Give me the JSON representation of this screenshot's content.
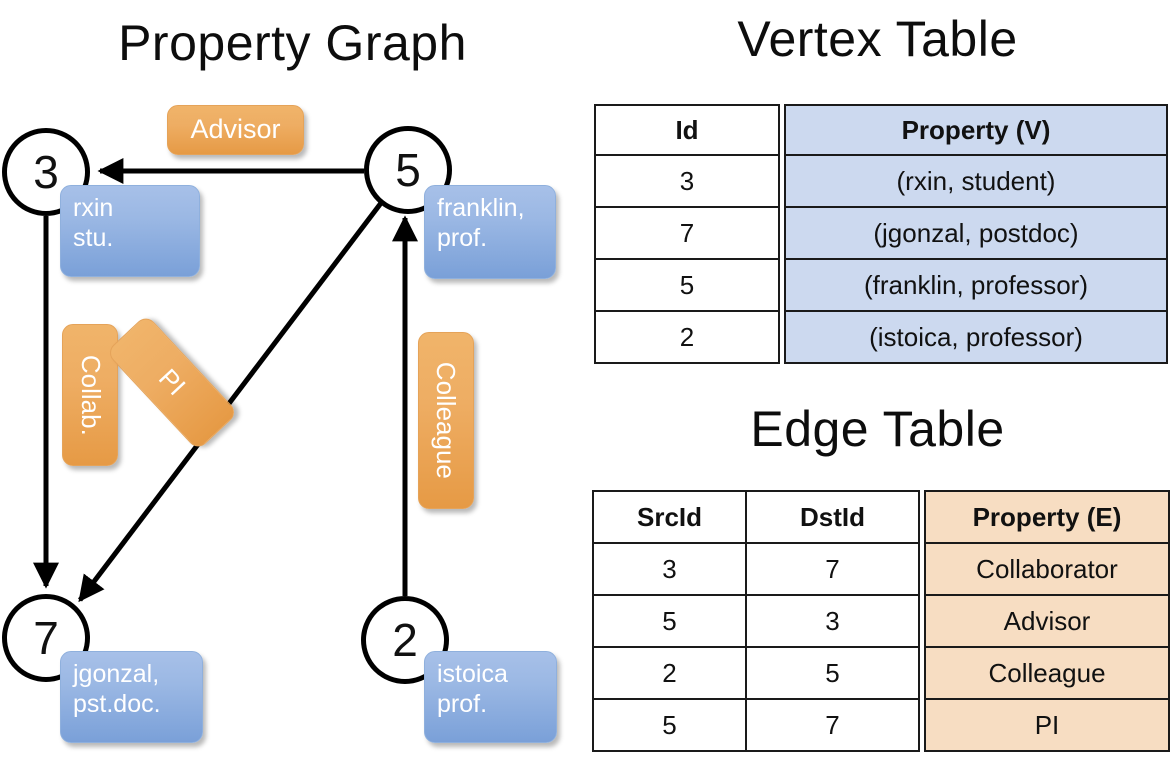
{
  "titles": {
    "graph": "Property Graph",
    "vertex_table": "Vertex Table",
    "edge_table": "Edge Table"
  },
  "graph": {
    "nodes": [
      {
        "id": "3",
        "property": "rxin\nstu."
      },
      {
        "id": "5",
        "property": "franklin,\nprof."
      },
      {
        "id": "7",
        "property": "jgonzal,\npst.doc."
      },
      {
        "id": "2",
        "property": "istoica\nprof."
      }
    ],
    "node_labels": {
      "n3": "3",
      "n5": "5",
      "n7": "7",
      "n2": "2"
    },
    "vertex_chips": {
      "rxin_line1": "rxin",
      "rxin_line2": "stu.",
      "franklin_line1": "franklin,",
      "franklin_line2": "prof.",
      "jgonzal_line1": "jgonzal,",
      "jgonzal_line2": "pst.doc.",
      "istoica_line1": "istoica",
      "istoica_line2": "prof."
    },
    "edge_chips": {
      "advisor": "Advisor",
      "collab": "Collab.",
      "pi": "PI",
      "colleague": "Colleague"
    },
    "edges": [
      {
        "from": "5",
        "to": "3",
        "label": "Advisor"
      },
      {
        "from": "3",
        "to": "7",
        "label": "Collab."
      },
      {
        "from": "5",
        "to": "7",
        "label": "PI"
      },
      {
        "from": "2",
        "to": "5",
        "label": "Colleague"
      }
    ]
  },
  "vertex_table": {
    "headers": [
      "Id",
      "Property (V)"
    ],
    "rows": [
      [
        "3",
        "(rxin, student)"
      ],
      [
        "7",
        "(jgonzal, postdoc)"
      ],
      [
        "5",
        "(franklin, professor)"
      ],
      [
        "2",
        "(istoica, professor)"
      ]
    ]
  },
  "edge_table": {
    "headers": [
      "SrcId",
      "DstId",
      "Property (E)"
    ],
    "rows": [
      [
        "3",
        "7",
        "Collaborator"
      ],
      [
        "5",
        "3",
        "Advisor"
      ],
      [
        "2",
        "5",
        "Colleague"
      ],
      [
        "5",
        "7",
        "PI"
      ]
    ]
  },
  "colors": {
    "vertex_fill": "#ccd9ef",
    "edge_fill": "#f7ddc2",
    "chip_blue": "#9bb8e4",
    "chip_orange": "#eead63",
    "stroke": "#1a1a1a",
    "background": "#ffffff"
  }
}
